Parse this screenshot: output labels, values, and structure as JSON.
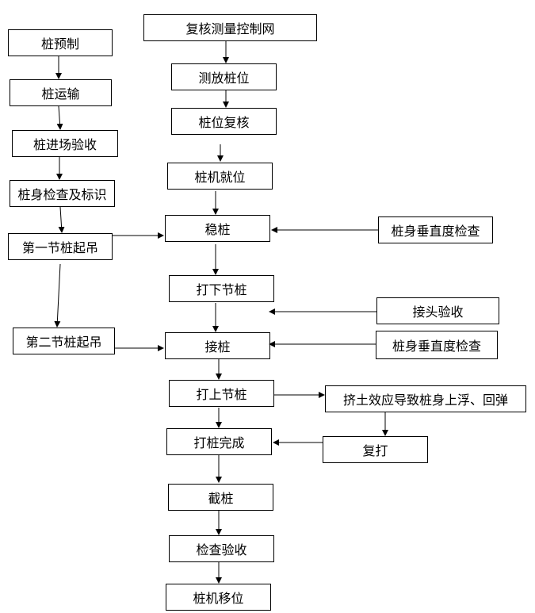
{
  "main_flow": {
    "recheck_control_network": "复核测量控制网",
    "set_out_pile_position": "测放桩位",
    "recheck_pile_position": "桩位复核",
    "pile_driver_in_position": "桩机就位",
    "stabilize_pile": "稳桩",
    "drive_lower_pile": "打下节桩",
    "splice_pile": "接桩",
    "drive_upper_pile": "打上节桩",
    "driving_complete": "打桩完成",
    "cut_pile": "截桩",
    "inspection_acceptance": "检查验收",
    "move_pile_driver": "桩机移位"
  },
  "left_flow": {
    "pile_prefabrication": "桩预制",
    "pile_transport": "桩运输",
    "site_entry_acceptance": "桩进场验收",
    "pile_body_check_marking": "桩身检查及标识",
    "lift_first_section": "第一节桩起吊",
    "lift_second_section": "第二节桩起吊"
  },
  "right_side": {
    "verticality_check_1": "桩身垂直度检查",
    "joint_acceptance": "接头验收",
    "verticality_check_2": "桩身垂直度检查",
    "soil_squeeze_effect": "挤土效应导致桩身上浮、回弹",
    "redrive": "复打"
  }
}
